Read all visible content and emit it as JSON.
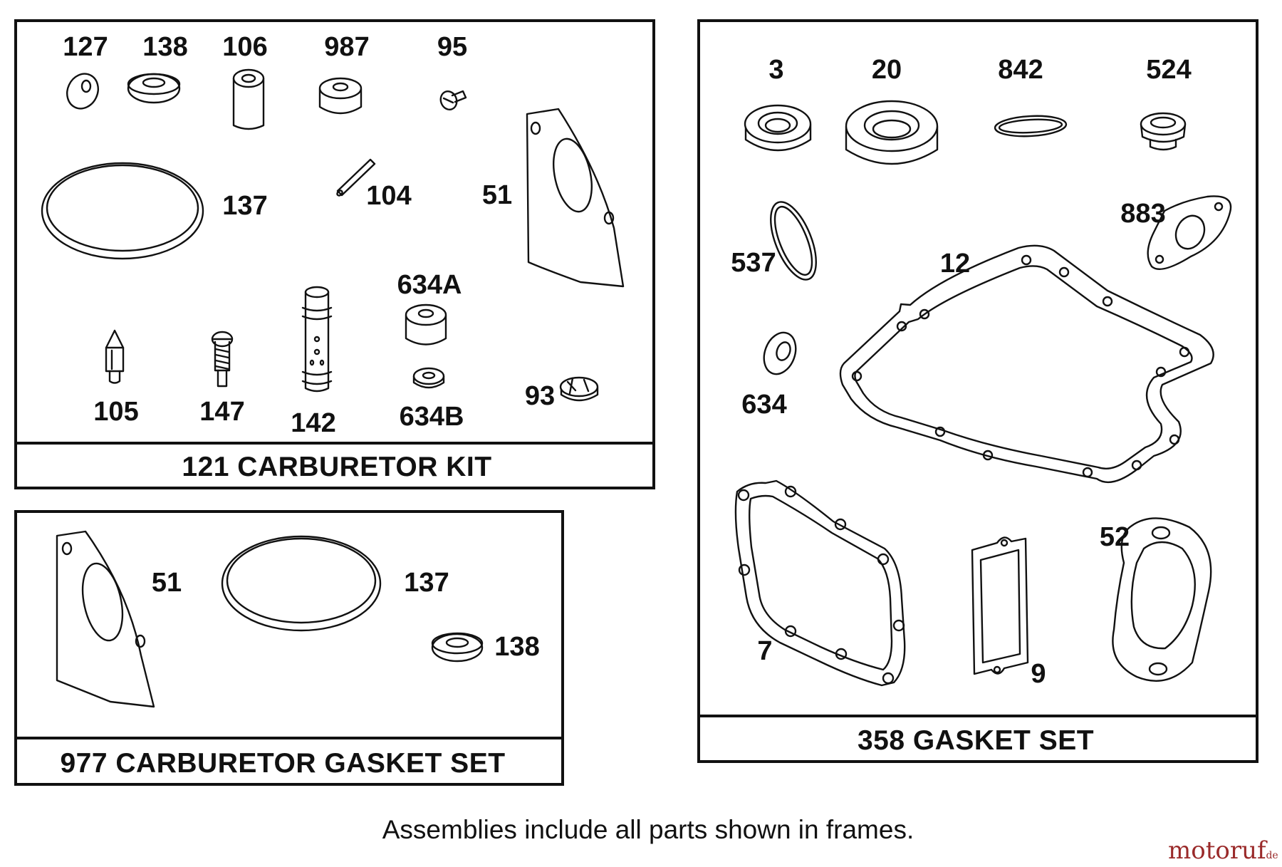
{
  "kits": {
    "carb_kit_title": "121 CARBURETOR KIT",
    "carb_gasket_title": "977 CARBURETOR GASKET SET",
    "gasket_set_title": "358 GASKET SET"
  },
  "carb_kit_parts": {
    "p127": "127",
    "p138": "138",
    "p106": "106",
    "p987": "987",
    "p95": "95",
    "p137": "137",
    "p104": "104",
    "p51": "51",
    "p634A": "634A",
    "p105": "105",
    "p147": "147",
    "p142": "142",
    "p634B": "634B",
    "p93": "93"
  },
  "carb_gasket_parts": {
    "p51": "51",
    "p137": "137",
    "p138": "138"
  },
  "gasket_set_parts": {
    "p3": "3",
    "p20": "20",
    "p842": "842",
    "p524": "524",
    "p883": "883",
    "p537": "537",
    "p12": "12",
    "p634": "634",
    "p52": "52",
    "p7": "7",
    "p9": "9"
  },
  "footer": {
    "caption": "Assemblies include all parts shown in frames."
  },
  "watermark": {
    "text": "motoruf",
    "suffix": ".de"
  }
}
